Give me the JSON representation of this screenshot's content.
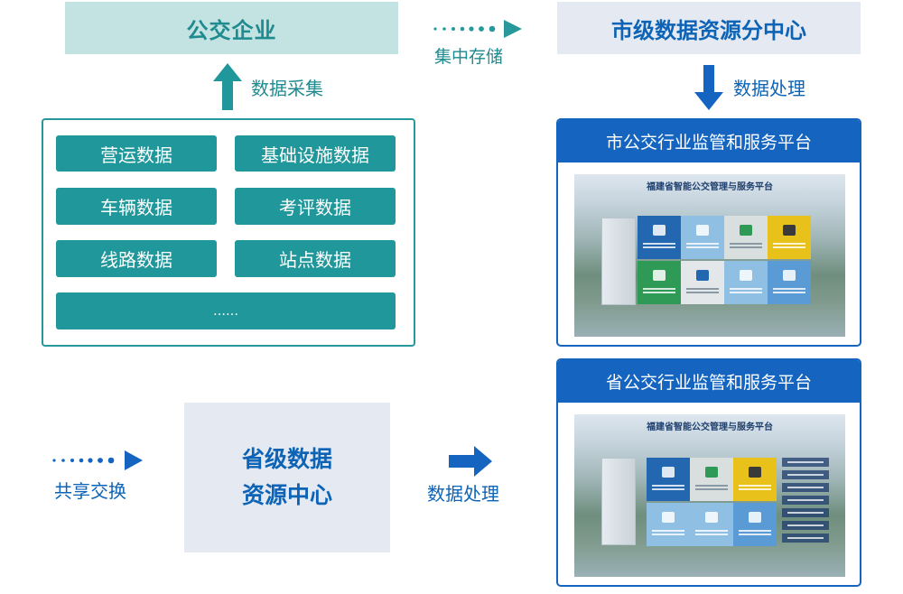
{
  "top": {
    "enterprise": "公交企业",
    "city_center": "市级数据资源分中心",
    "store_label": "集中存储",
    "collect_label": "数据采集",
    "process_label": "数据处理"
  },
  "sources": {
    "items": [
      "营运数据",
      "基础设施数据",
      "车辆数据",
      "考评数据",
      "线路数据",
      "站点数据",
      "……"
    ]
  },
  "province": {
    "center_line1": "省级数据",
    "center_line2": "资源中心",
    "share_label": "共享交换",
    "process_label": "数据处理"
  },
  "platforms": {
    "city": {
      "title": "市公交行业监管和服务平台",
      "screen_title": "福建省智能公交管理与服务平台"
    },
    "province": {
      "title": "省公交行业监管和服务平台",
      "screen_title": "福建省智能公交管理与服务平台"
    }
  },
  "colors": {
    "teal": "#20979a",
    "blue": "#1565c0",
    "light_teal_bg": "#c3e2e2",
    "light_blue_bg": "#e5eaf2"
  }
}
